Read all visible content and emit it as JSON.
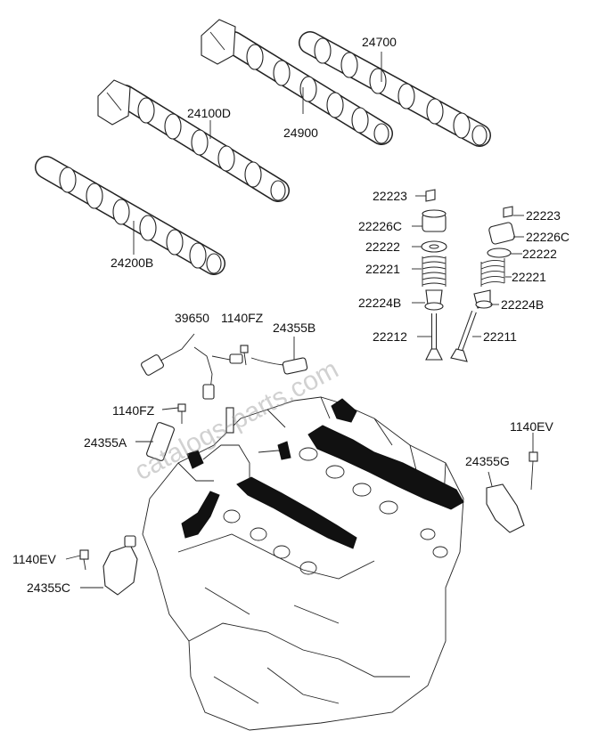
{
  "watermark": "catalogs-parts.com",
  "labels": {
    "p24700": "24700",
    "p24900": "24900",
    "p24100D": "24100D",
    "p24200B": "24200B",
    "p22223_l": "22223",
    "p22226C_l": "22226C",
    "p22222_l": "22222",
    "p22221_l": "22221",
    "p22224B_l": "22224B",
    "p22212": "22212",
    "p22223_r": "22223",
    "p22226C_r": "22226C",
    "p22222_r": "22222",
    "p22221_r": "22221",
    "p22224B_r": "22224B",
    "p22211": "22211",
    "p39650": "39650",
    "p1140FZ_top": "1140FZ",
    "p24355B": "24355B",
    "p1140FZ_left": "1140FZ",
    "p24355A": "24355A",
    "p1140EV_right": "1140EV",
    "p24355G": "24355G",
    "p1140EV_left": "1140EV",
    "p24355C": "24355C"
  }
}
